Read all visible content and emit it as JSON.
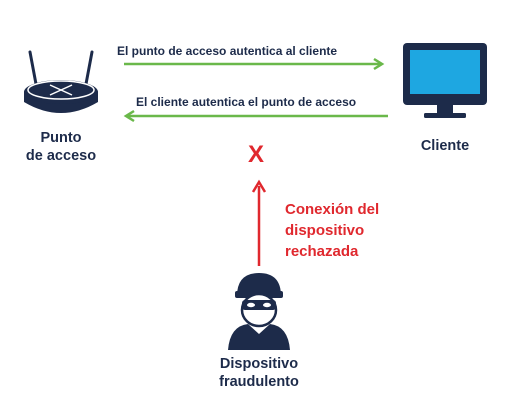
{
  "access_point": {
    "label_line1": "Punto",
    "label_line2": "de acceso",
    "icon": "router-icon"
  },
  "client": {
    "label": "Cliente",
    "icon": "monitor-icon"
  },
  "rogue_device": {
    "label_line1": "Dispositivo",
    "label_line2": "fraudulento",
    "icon": "hacker-icon"
  },
  "edges": {
    "ap_to_client": "El punto de acceso autentica al cliente",
    "client_to_ap": "El cliente autentica el punto de acceso"
  },
  "rejection": {
    "mark": "X",
    "text": "Conexión del\ndispositivo\nrechazada"
  },
  "colors": {
    "navy": "#1d2b4a",
    "green_arrow": "#6ab84a",
    "red": "#e0282e",
    "screen_blue": "#1ea7e1"
  }
}
